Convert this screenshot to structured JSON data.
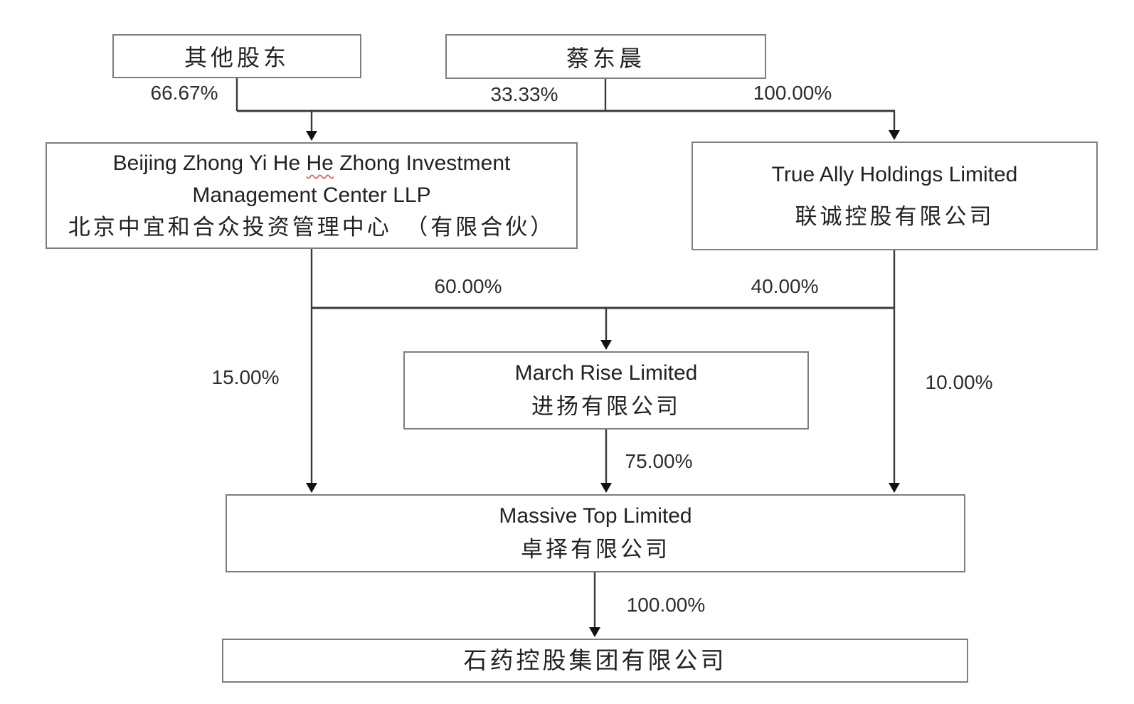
{
  "page": {
    "background": "#ffffff",
    "description_zh": "股权结构图"
  },
  "colors": {
    "box_border": "#7e7e7e",
    "connector_line": "#3a3a3a",
    "arrowhead": "#111111",
    "text": "#222222",
    "spellcheck_underline": "#e57070"
  },
  "nodes": {
    "other_shareholders": {
      "label_zh": "其他股东"
    },
    "cai_dongchen": {
      "label_zh": "蔡东晨"
    },
    "beijing_llp": {
      "label_en_part1": "Beijing Zhong Yi He",
      "label_en_part2_misspelled": "He",
      "label_en_part3": "Zhong Investment",
      "label_en_line2": "Management Center LLP",
      "label_zh": "北京中宜和合众投资管理中心　（有限合伙）"
    },
    "true_ally": {
      "label_en": "True Ally Holdings Limited",
      "label_zh": "联诚控股有限公司"
    },
    "march_rise": {
      "label_en": "March Rise Limited",
      "label_zh": "进扬有限公司"
    },
    "massive_top": {
      "label_en": "Massive Top Limited",
      "label_zh": "卓择有限公司"
    },
    "cspc_holdings": {
      "label_zh": "石药控股集团有限公司"
    }
  },
  "ownership_labels": {
    "other_to_beijing": "66.67%",
    "cai_to_beijing": "33.33%",
    "cai_to_true_ally": "100.00%",
    "beijing_to_march_rise": "60.00%",
    "true_ally_to_march_rise": "40.00%",
    "beijing_to_massive_top": "15.00%",
    "true_ally_to_massive_top": "10.00%",
    "march_rise_to_massive_top": "75.00%",
    "massive_top_to_cspc": "100.00%"
  }
}
